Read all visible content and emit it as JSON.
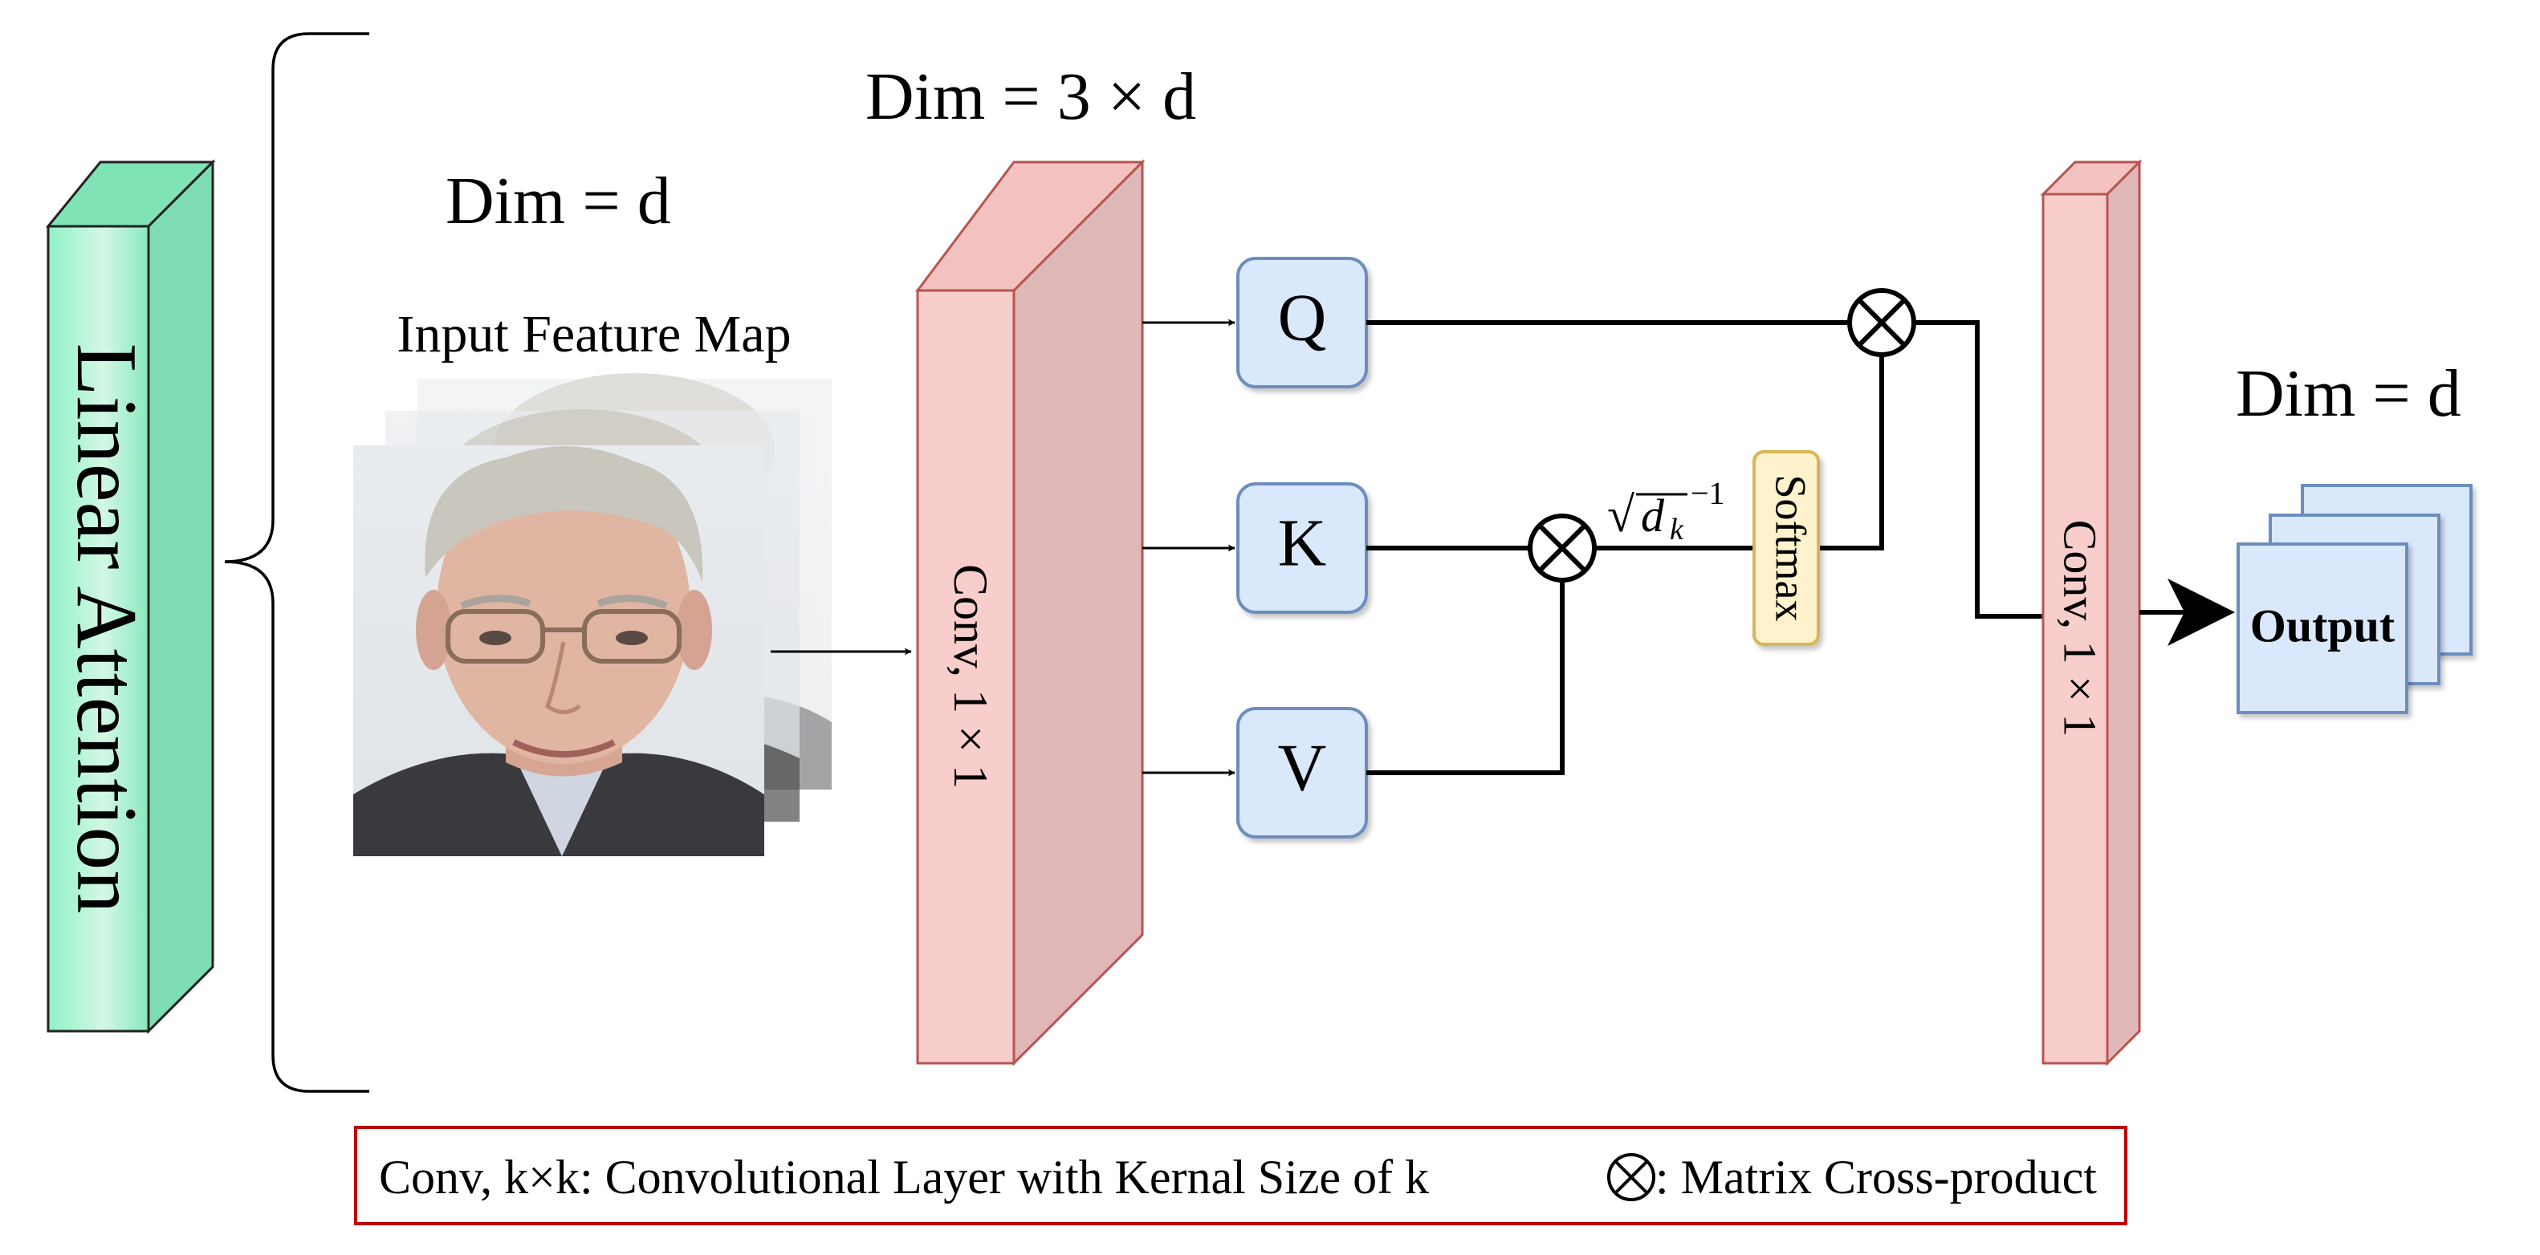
{
  "block_title": "Linear Attention",
  "input": {
    "dim_label": "Dim = d",
    "caption": "Input Feature Map"
  },
  "conv_in": {
    "dim_label": "Dim = 3 × d",
    "label": "Conv, 1 × 1"
  },
  "qkv": {
    "q": "Q",
    "k": "K",
    "v": "V"
  },
  "scale": {
    "symbol": "√",
    "var": "d",
    "sub": "k",
    "exp": "−1"
  },
  "softmax_label": "Softmax",
  "conv_out": {
    "label": "Conv, 1 × 1"
  },
  "output": {
    "dim_label": "Dim = d",
    "label": "Output"
  },
  "legend": {
    "conv_text": "Conv, k×k: Convolutional Layer with Kernal Size of k",
    "cross_text": ": Matrix Cross-product"
  },
  "colors": {
    "green_front": "#8fefc2",
    "green_side": "#7fdcb2",
    "conv_front": "#f8cecc",
    "conv_side": "#e0b8b8",
    "conv_stroke": "#b85450",
    "node_fill": "#dae8fc",
    "node_stroke": "#6c8ebf",
    "softmax_fill": "#fff2cc",
    "softmax_stroke": "#d6b656",
    "legend_border": "#c00000"
  },
  "icons": {
    "cross_product": "circled-times-icon",
    "face": "face-photo-icon"
  }
}
